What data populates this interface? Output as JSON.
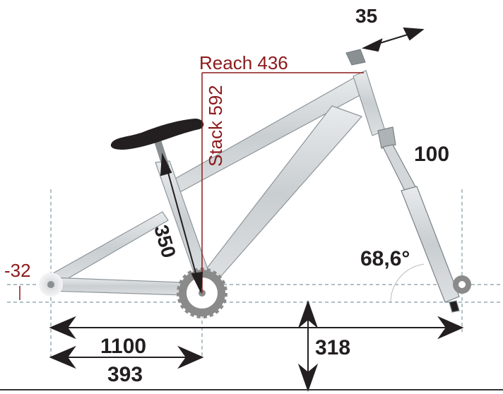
{
  "diagram": {
    "type": "bicycle-geometry",
    "colors": {
      "frame": "#c8cdd0",
      "frame_stroke": "#8e969b",
      "dark": "#231f20",
      "red": "#8b1a1a",
      "guide": "#7f9aa3",
      "chainring": "#8a8a8a"
    },
    "labels": {
      "stem_length": "35",
      "reach": "Reach 436",
      "stack": "Stack 592",
      "fork_travel": "100",
      "seat_tube": "350",
      "bb_drop": "-32",
      "head_angle": "68,6°",
      "wheelbase": "1100",
      "chainstay": "393",
      "bb_height": "318"
    }
  }
}
